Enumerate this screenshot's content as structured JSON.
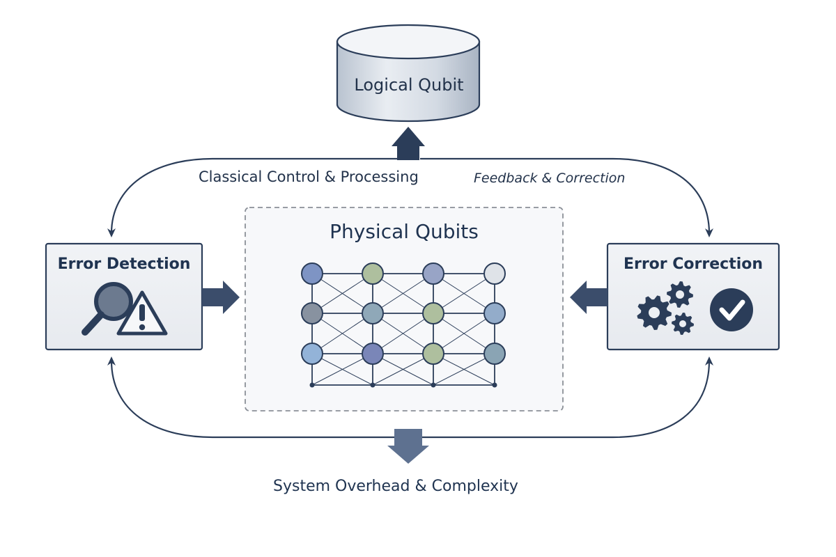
{
  "logical_qubit": {
    "label": "Logical Qubit"
  },
  "physical_qubits": {
    "title": "Physical Qubits",
    "grid": [
      [
        "#7e94c4",
        "#aebf9e",
        "#98a4c6",
        "#dfe3e8"
      ],
      [
        "#8892a0",
        "#8fa8b8",
        "#aebf9e",
        "#93acca"
      ],
      [
        "#93b3d8",
        "#7a86b8",
        "#aebf9e",
        "#8aa4b4"
      ]
    ]
  },
  "error_detection": {
    "title": "Error Detection",
    "icons": [
      "magnifier-icon",
      "warning-icon"
    ]
  },
  "error_correction": {
    "title": "Error Correction",
    "icons": [
      "gears-icon",
      "checkmark-icon"
    ]
  },
  "loop_labels": {
    "classical": "Classical Control & Processing",
    "feedback": "Feedback & Correction"
  },
  "bottom_label": "System Overhead & Complexity",
  "colors": {
    "primary": "#2b3d59",
    "box_fill": "#eef0f4",
    "arrow_dark": "#3b4d6b",
    "arrow_light": "#5e7190"
  }
}
